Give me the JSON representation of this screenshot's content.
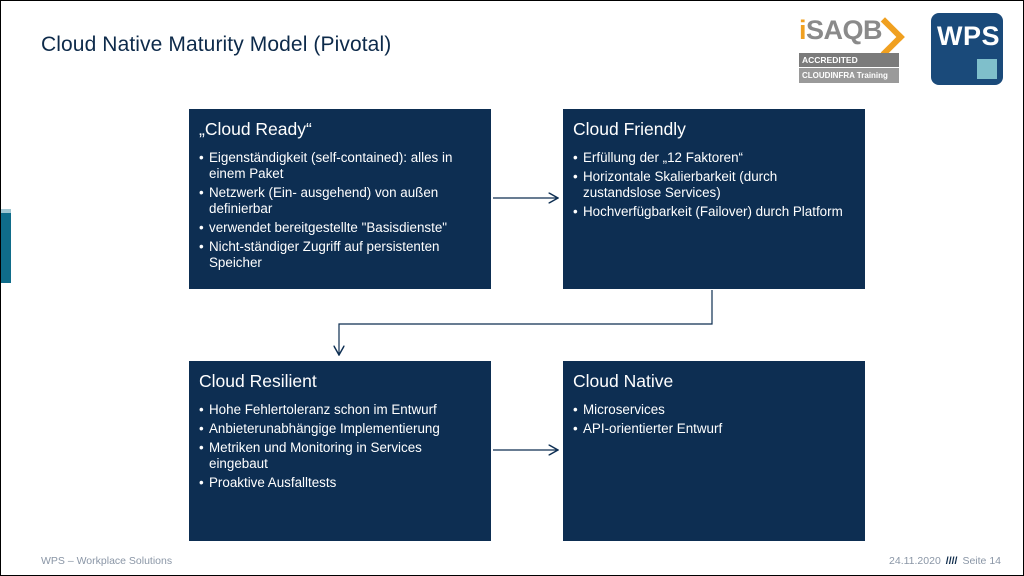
{
  "slide": {
    "title": "Cloud Native Maturity Model (Pivotal)"
  },
  "logos": {
    "isaqb_i": "i",
    "isaqb_rest": "SAQB",
    "isaqb_accredited": "ACCREDITED",
    "isaqb_training": "CLOUDINFRA Training",
    "wps": "WPS"
  },
  "boxes": [
    {
      "heading": "„Cloud Ready“",
      "items": [
        "Eigenständigkeit (self-contained): alles in einem Paket",
        "Netzwerk (Ein- ausgehend) von außen definierbar",
        "verwendet bereitgestellte \"Basisdienste\"",
        "Nicht-ständiger Zugriff auf persistenten Speicher"
      ]
    },
    {
      "heading": "Cloud Friendly",
      "items": [
        "Erfüllung der „12 Faktoren“",
        "Horizontale Skalierbarkeit (durch zustandslose Services)",
        "Hochverfügbarkeit (Failover) durch Platform"
      ]
    },
    {
      "heading": "Cloud Resilient",
      "items": [
        "Hohe Fehlertoleranz schon im Entwurf",
        "Anbieterunabhängige Implementierung",
        "Metriken und Monitoring in Services eingebaut",
        "Proaktive Ausfalltests"
      ]
    },
    {
      "heading": "Cloud Native",
      "items": [
        "Microservices",
        "API-orientierter Entwurf"
      ]
    }
  ],
  "footer": {
    "left": "WPS – Workplace Solutions",
    "date": "24.11.2020",
    "separator": "////",
    "page": "Seite 14"
  },
  "colors": {
    "box_fill": "#0d2e52",
    "title": "#0d2a4a",
    "accent_orange": "#f0a020",
    "wps_blue": "#1a4a7a"
  }
}
